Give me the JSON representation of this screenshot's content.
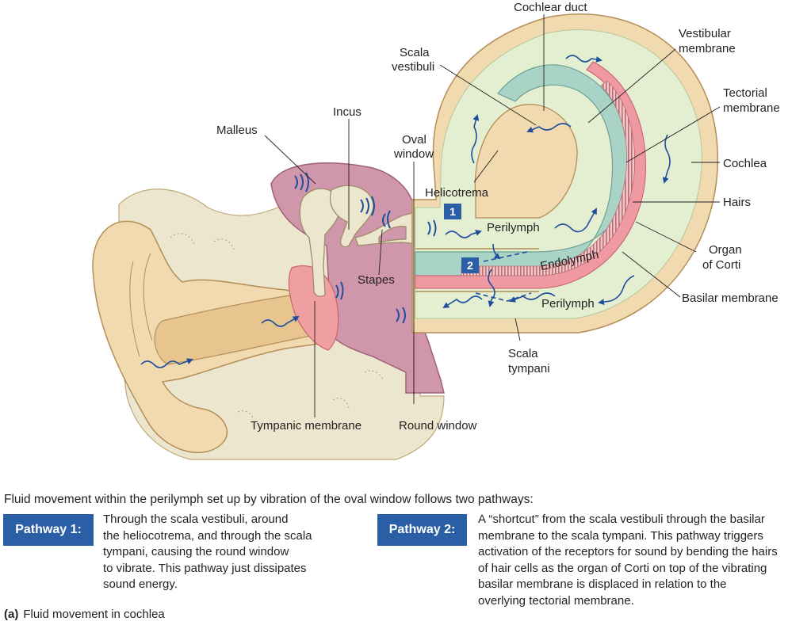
{
  "diagram": {
    "labels": {
      "cochlear_duct": "Cochlear duct",
      "scala_vestibuli_line1": "Scala",
      "scala_vestibuli_line2": "vestibuli",
      "vestibular_membrane_line1": "Vestibular",
      "vestibular_membrane_line2": "membrane",
      "tectorial_membrane_line1": "Tectorial",
      "tectorial_membrane_line2": "membrane",
      "cochlea": "Cochlea",
      "hairs": "Hairs",
      "organ_of_corti_line1": "Organ",
      "organ_of_corti_line2": "of Corti",
      "basilar_membrane": "Basilar membrane",
      "malleus": "Malleus",
      "incus": "Incus",
      "oval_window_line1": "Oval",
      "oval_window_line2": "window",
      "helicotrema": "Helicotrema",
      "perilymph_upper": "Perilymph",
      "endolymph": "Endolymph",
      "perilymph_lower": "Perilymph",
      "stapes": "Stapes",
      "scala_tympani_line1": "Scala",
      "scala_tympani_line2": "tympani",
      "tympanic_membrane": "Tympanic membrane",
      "round_window": "Round window"
    },
    "markers": {
      "one": "1",
      "two": "2"
    },
    "colors": {
      "skin": "#f1d9b0",
      "bone": "#e9e2c8",
      "middle_ear": "#cf96ac",
      "eardrum": "#ef9f9f",
      "perilymph": "#e4efd2",
      "endolymph": "#a9d3c6",
      "basilar": "#ef9aa2",
      "accent": "#2a5fa6",
      "arrow": "#1f4f9c"
    }
  },
  "text": {
    "intro": "Fluid movement within the perilymph set up by vibration of the oval window follows two pathways:",
    "pathway1": {
      "label": "Pathway 1:",
      "description": "Through the scala vestibuli, around\nthe heliocotrema, and through the scala\ntympani, causing the round window\nto vibrate. This pathway just dissipates\nsound energy."
    },
    "pathway2": {
      "label": "Pathway 2:",
      "description": "A “shortcut” from the scala vestibuli through the basilar\nmembrane to the scala tympani. This pathway triggers\nactivation of the receptors for sound by bending the hairs\nof hair cells as the organ of Corti on top of the vibrating\nbasilar membrane is displaced in relation to the\noverlying tectorial membrane."
    },
    "caption": {
      "tag": "(a)",
      "title": "Fluid movement in cochlea"
    }
  }
}
